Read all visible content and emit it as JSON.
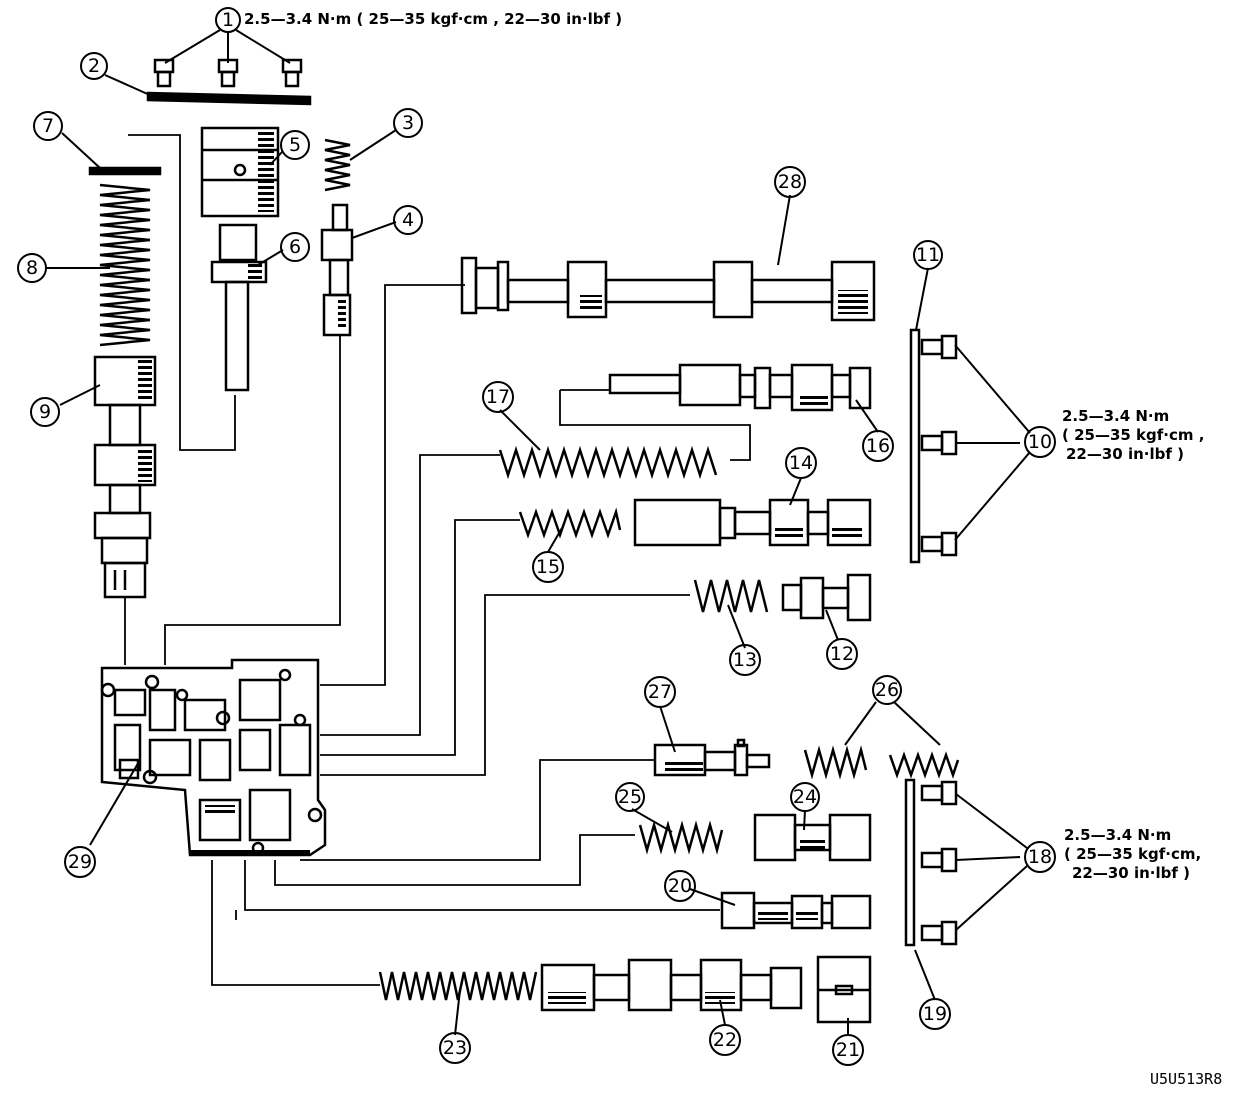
{
  "diagram": {
    "reference_code": "U5U513R8",
    "torque_labels": {
      "top": "2.5—3.4 N·m ( 25—35 kgf·cm ,  22—30 in·lbf )",
      "right_upper": {
        "line1": "2.5—3.4 N·m",
        "line2": "( 25—35 kgf·cm ,",
        "line3": "22—30 in·lbf )"
      },
      "right_lower": {
        "line1": "2.5—3.4 N·m",
        "line2": "( 25—35 kgf·cm,",
        "line3": "22—30 in·lbf )"
      }
    },
    "callouts": [
      "1",
      "2",
      "3",
      "4",
      "5",
      "6",
      "7",
      "8",
      "9",
      "10",
      "11",
      "12",
      "13",
      "14",
      "15",
      "16",
      "17",
      "18",
      "19",
      "20",
      "21",
      "22",
      "23",
      "24",
      "25",
      "26",
      "27",
      "28",
      "29"
    ]
  }
}
